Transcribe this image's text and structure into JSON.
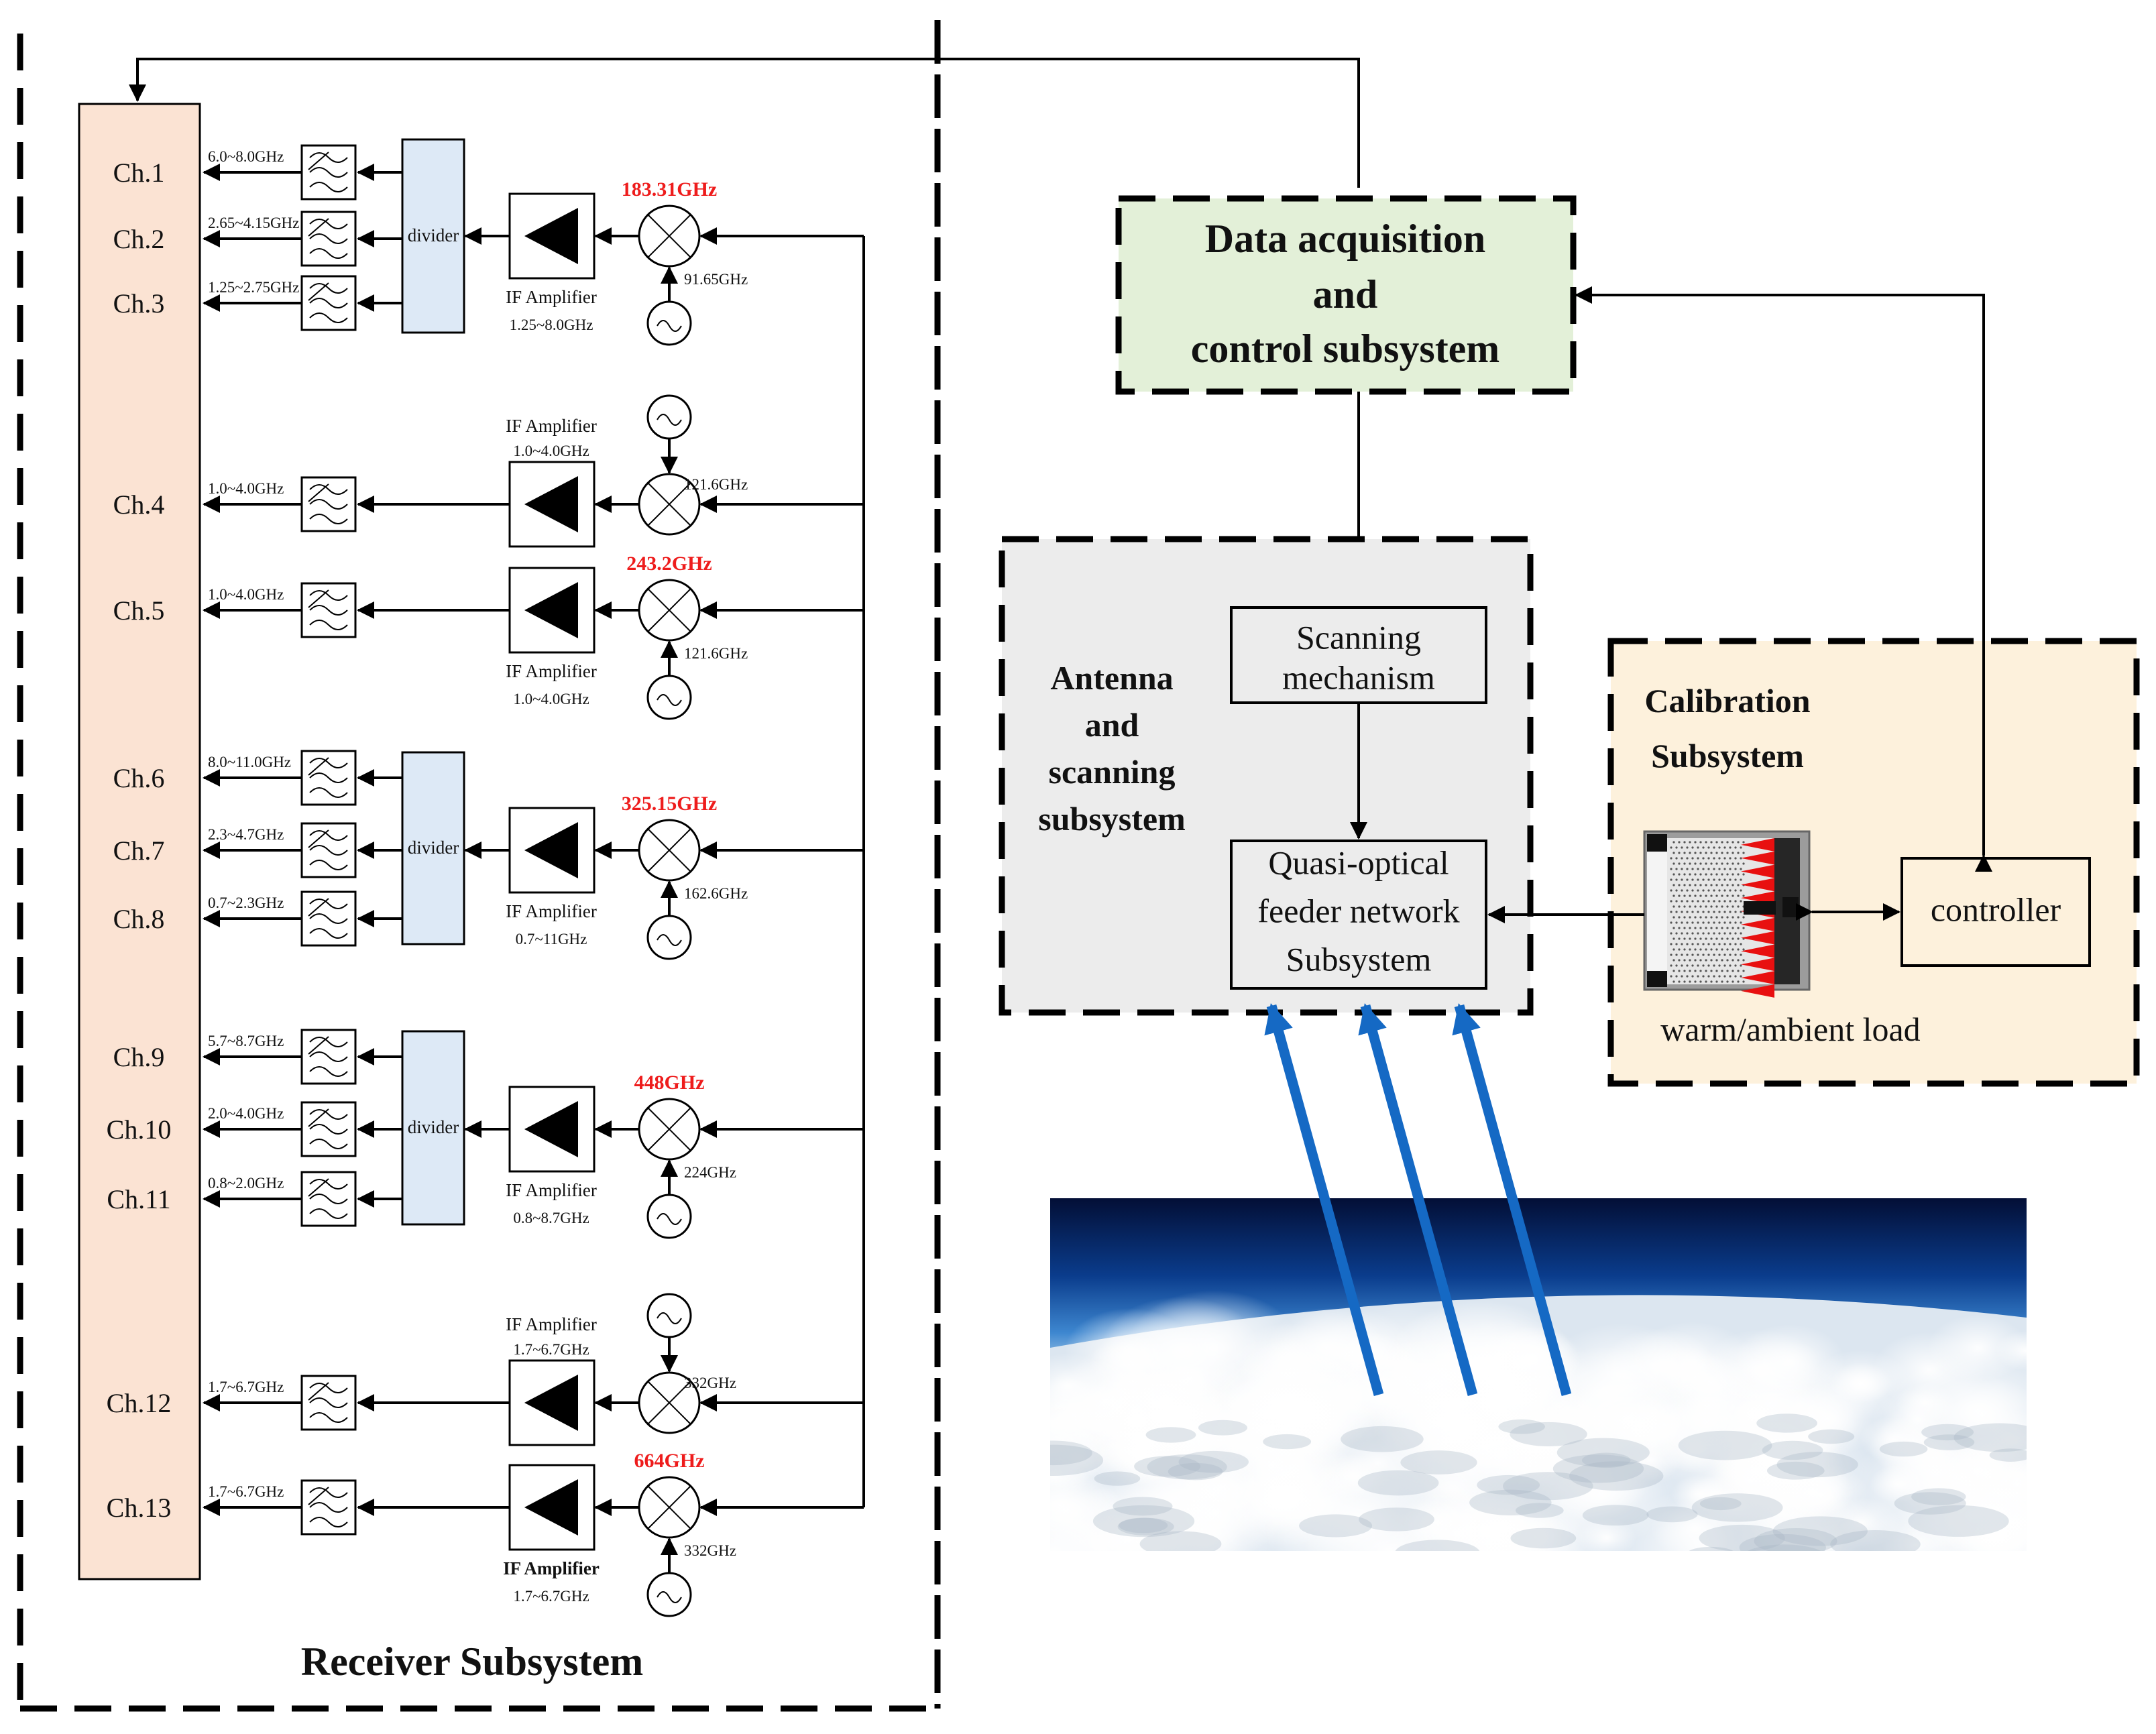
{
  "receiver": {
    "title": "Receiver Subsystem",
    "channels": [
      "Ch.1",
      "Ch.2",
      "Ch.3",
      "Ch.4",
      "Ch.5",
      "Ch.6",
      "Ch.7",
      "Ch.8",
      "Ch.9",
      "Ch.10",
      "Ch.11",
      "Ch.12",
      "Ch.13"
    ],
    "filter_bands": [
      "6.0~8.0GHz",
      "2.65~4.15GHz",
      "1.25~2.75GHz",
      "1.0~4.0GHz",
      "1.0~4.0GHz",
      "8.0~11.0GHz",
      "2.3~4.7GHz",
      "0.7~2.3GHz",
      "5.7~8.7GHz",
      "2.0~4.0GHz",
      "0.8~2.0GHz",
      "1.7~6.7GHz",
      "1.7~6.7GHz"
    ],
    "divider_label": "divider",
    "amp_label": "IF Amplifier",
    "mixers": [
      {
        "rf": "183.31GHz",
        "lo": "91.65GHz",
        "amp_band": "1.25~8.0GHz"
      },
      {
        "rf": "",
        "lo": "121.6GHz",
        "amp_band": "1.0~4.0GHz"
      },
      {
        "rf": "243.2GHz",
        "lo": "121.6GHz",
        "amp_band": "1.0~4.0GHz"
      },
      {
        "rf": "325.15GHz",
        "lo": "162.6GHz",
        "amp_band": "0.7~11GHz"
      },
      {
        "rf": "448GHz",
        "lo": "224GHz",
        "amp_band": "0.8~8.7GHz"
      },
      {
        "rf": "",
        "lo": "332GHz",
        "amp_band": "1.7~6.7GHz"
      },
      {
        "rf": "664GHz",
        "lo": "332GHz",
        "amp_band": "1.7~6.7GHz"
      }
    ]
  },
  "daq": {
    "line1": "Data acquisition",
    "line2": "and",
    "line3": "control subsystem"
  },
  "antenna": {
    "label": [
      "Antenna",
      "and",
      "scanning",
      "subsystem"
    ],
    "scanning": [
      "Scanning",
      "mechanism"
    ],
    "feeder": [
      "Quasi-optical",
      "feeder network",
      "Subsystem"
    ]
  },
  "calibration": {
    "label": [
      "Calibration",
      "Subsystem"
    ],
    "controller": "controller",
    "load": "warm/ambient  load"
  },
  "colors": {
    "channel_bar": "#fbe3d3",
    "divider": "#dde9f6",
    "daq_fill": "#e3f0d8",
    "antenna_fill": "#ececec",
    "calib_fill": "#fdf1dc",
    "rf_text": "#ee1c1c",
    "beam": "#1569c4"
  }
}
